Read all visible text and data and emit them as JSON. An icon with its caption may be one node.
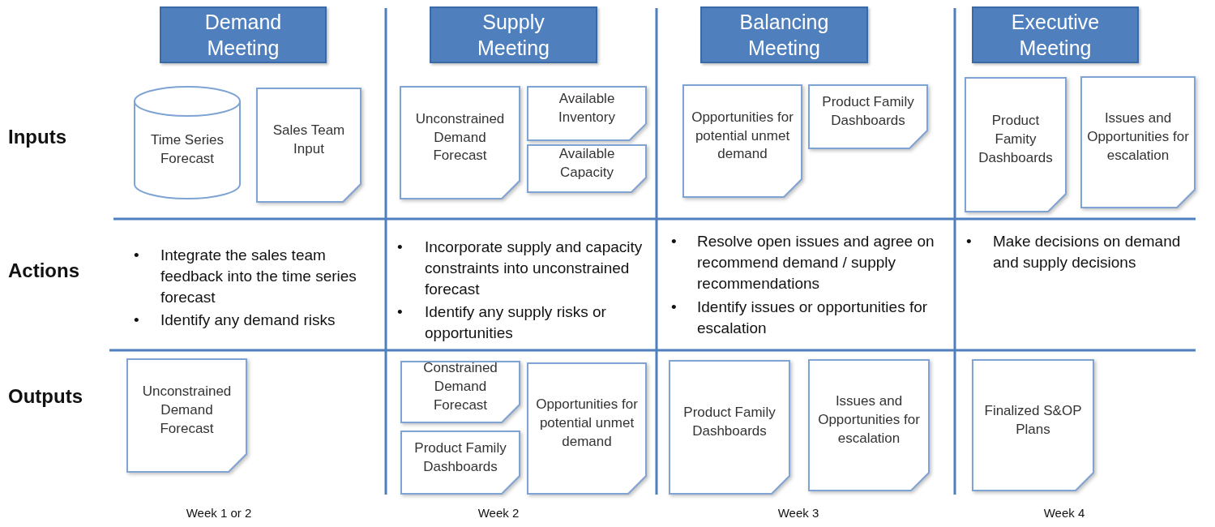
{
  "diagram": {
    "nodes": [
      {
        "text": [
          "Demand Meeting"
        ]
      },
      {
        "text": [
          "Supply Meeting"
        ]
      },
      {
        "text": [
          "Balancing Meeting"
        ]
      },
      {
        "text": [
          "Executive Meeting"
        ]
      },
      {
        "text": [
          "Time Series Forecast"
        ]
      },
      {
        "text": [
          "Sales Team Input"
        ]
      },
      {
        "text": [
          "Unconstrained Demand Forecast"
        ]
      },
      {
        "text": [
          "Available Inventory"
        ]
      },
      {
        "text": [
          "Available Capacity"
        ]
      },
      {
        "text": [
          "Opportunities for potential unmet demand"
        ]
      },
      {
        "text": [
          "Product Family Dashboards"
        ]
      },
      {
        "text": [
          "Product Famity Dashboards"
        ]
      },
      {
        "text": [
          "Issues and Opportunities for escalation"
        ]
      },
      {
        "text": [
          "Unconstrained Demand Forecast"
        ]
      },
      {
        "text": [
          "Constrained Demand Forecast"
        ]
      },
      {
        "text": [
          "Product Family Dashboards"
        ]
      },
      {
        "text": [
          "Opportunities for potential unmet demand"
        ]
      },
      {
        "text": [
          "Product Family Dashboards"
        ]
      },
      {
        "text": [
          "Issues and Opportunities for escalation"
        ]
      },
      {
        "text": [
          "Finalized S&OP Plans"
        ]
      }
    ],
    "labels": [
      "Inputs",
      "Actions",
      "Outputs",
      "•",
      "Integrate the sales team feedback into the time series forecast",
      "•",
      "Identify any demand risks",
      "•",
      "Incorporate supply and capacity constraints into unconstrained forecast",
      "•",
      "Identify any supply risks or opportunities",
      "•",
      "Resolve open issues and agree on recommend demand / supply recommendations",
      "•",
      "Identify issues or opportunities for escalation",
      "•",
      "Make decisions on demand and supply decisions",
      "Week 1 or 2",
      "Week 2",
      "Week 3",
      "Week 4"
    ]
  }
}
